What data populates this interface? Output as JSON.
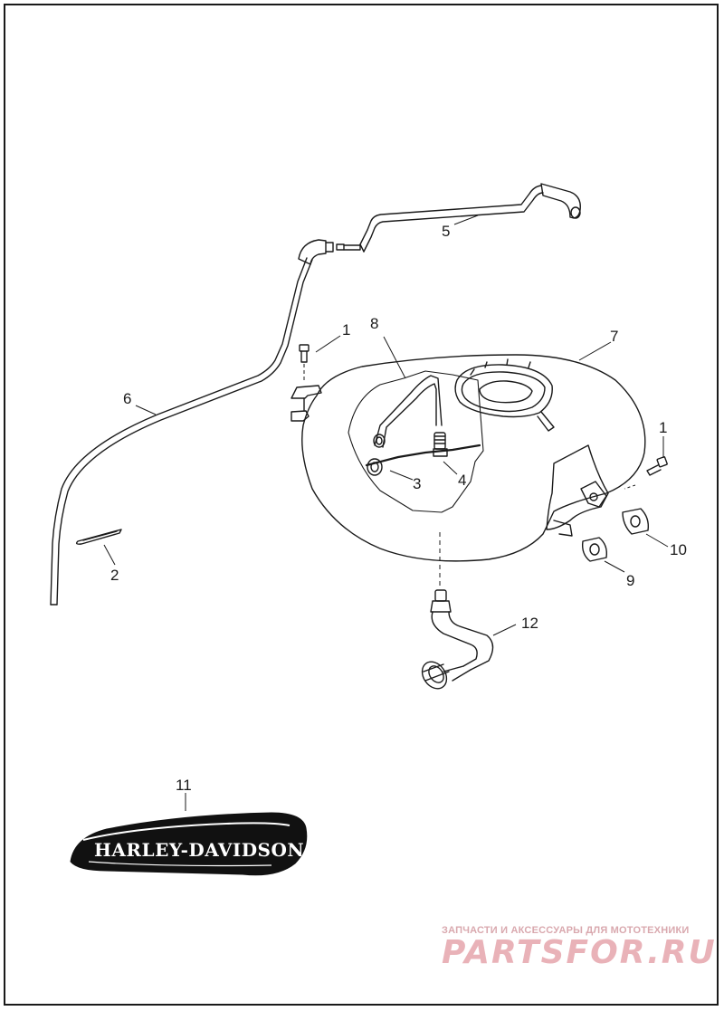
{
  "callouts": {
    "c1a": "1",
    "c1b": "1",
    "c2": "2",
    "c3": "3",
    "c4": "4",
    "c5": "5",
    "c6": "6",
    "c7": "7",
    "c8": "8",
    "c9": "9",
    "c10": "10",
    "c11": "11",
    "c12": "12"
  },
  "logo": {
    "text": "HARLEY-DAVIDSON"
  },
  "watermark": {
    "tagline": "ЗАПЧАСТИ И АКСЕССУАРЫ ДЛЯ МОТОТЕХНИКИ",
    "brand": "PARTSFOR.RU"
  },
  "colors": {
    "line": "#1a1a1a",
    "watermark": "#e9b2b8",
    "logo_fill": "#111111"
  }
}
